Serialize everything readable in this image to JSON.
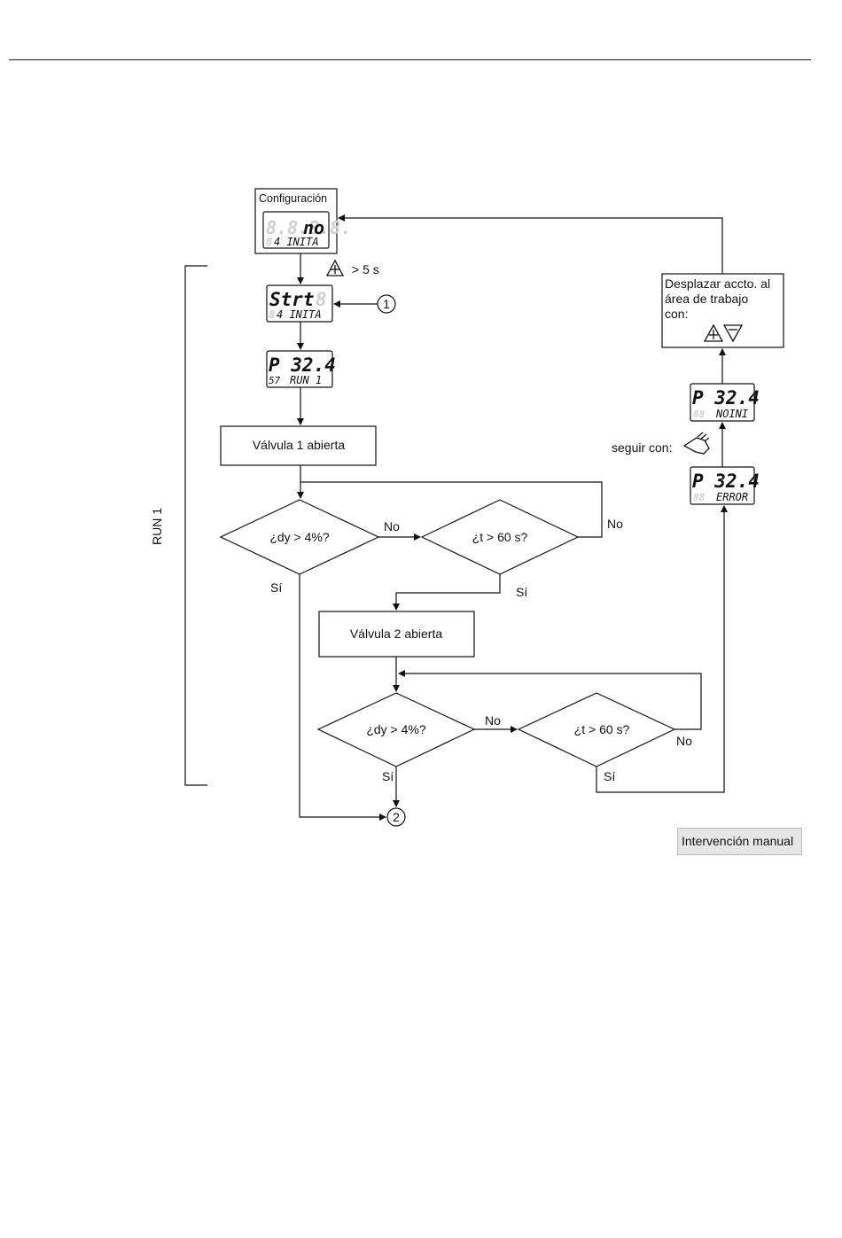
{
  "diagram": {
    "config_box_title": "Configuración",
    "displays": {
      "config": {
        "main": "no",
        "main_ghost": "8.8.8.8.",
        "sub": "4 INITA",
        "sub_ghost": "8"
      },
      "start": {
        "main": "Strt",
        "main_ghost": "8",
        "sub": "4 INITA",
        "sub_ghost": "8"
      },
      "run": {
        "main": "P 32.4",
        "main_ghost": "8",
        "sub": "RUN 1",
        "sub_prefix": "57"
      },
      "noini": {
        "main": "P 32.4",
        "main_ghost": "8",
        "sub": "NOINI",
        "sub_ghost": "88"
      },
      "error": {
        "main": "P 32.4",
        "main_ghost": "8",
        "sub": "ERROR",
        "sub_ghost": "88"
      }
    },
    "press_duration": "> 5 s",
    "connector_1": "1",
    "connector_2": "2",
    "valve_1": "Válvula 1 abierta",
    "valve_2": "Válvula 2 abierta",
    "decision_dy": "¿dy > 4%?",
    "decision_t": "¿t > 60 s?",
    "label_no": "No",
    "label_si": "Sí",
    "run_bracket_label": "RUN 1",
    "move_box_lines": [
      "Desplazar accto. al",
      "área de trabajo",
      "con:"
    ],
    "continue_with": "seguir con:",
    "icons": [
      "plus-button-icon",
      "minus-button-icon",
      "hand-icon"
    ]
  },
  "badge": {
    "label": "Intervención manual"
  }
}
